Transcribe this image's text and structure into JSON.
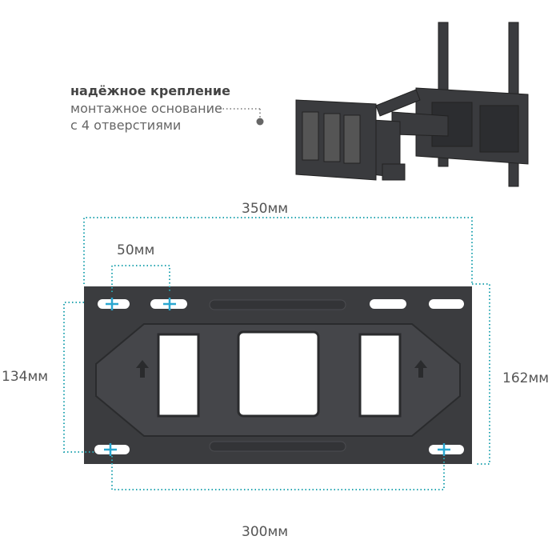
{
  "callout": {
    "title": "надёжное крепление",
    "line1": "монтажное основание",
    "line2": "с 4 отверстиями"
  },
  "dimensions": {
    "width_total": "350мм",
    "slot_spacing": "50мм",
    "height_inner": "134мм",
    "height_total": "162мм",
    "width_holes": "300мм"
  },
  "colors": {
    "plate": "#3b3c3f",
    "dimension_line": "#2aa7b3",
    "marker": "#2aa7d0"
  }
}
